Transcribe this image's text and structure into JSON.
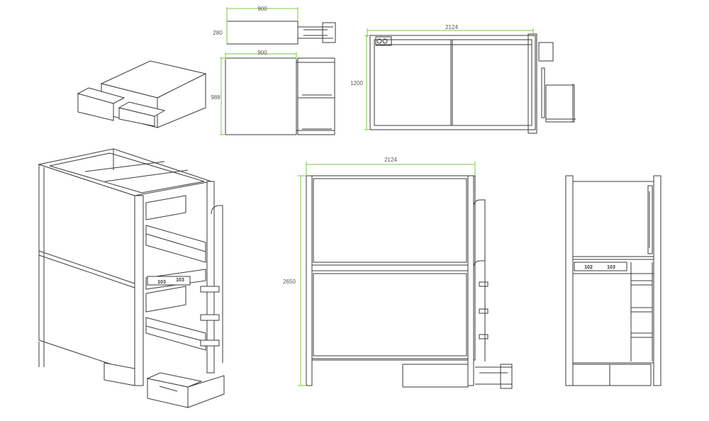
{
  "colors": {
    "line": "#3a3a3a",
    "dim": "#7ac943",
    "panel": "#ffffff",
    "fill": "#f4f4f4",
    "text": "#555555"
  },
  "dimensions": {
    "drawer_short_width": "900",
    "drawer_short_height": "280",
    "drawer_deep_width": "900",
    "drawer_deep_height": "988",
    "top_view_width": "2124",
    "top_view_depth": "1200",
    "front_view_width": "2124",
    "front_view_height": "2650"
  },
  "labels": {
    "bed_upper_num": "103",
    "bed_lower_num": "103",
    "side_left_num": "102",
    "side_right_num": "103"
  }
}
